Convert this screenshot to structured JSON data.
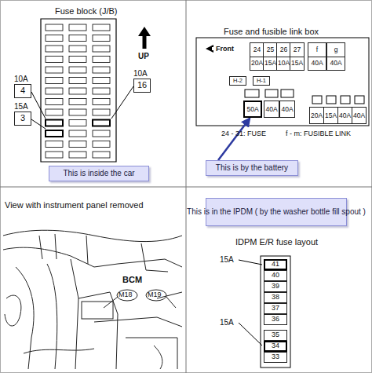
{
  "diagram": {
    "nodes": [
      {
        "text": [
          "This is inside the car"
        ]
      },
      {
        "text": [
          "This is by the battery"
        ]
      },
      {
        "text": [
          "This is in the IPDM ( by the washer bottle fill spout )"
        ]
      },
      {
        "text": [
          "4"
        ]
      },
      {
        "text": [
          "3"
        ]
      },
      {
        "text": [
          "16"
        ]
      },
      {
        "text": [
          "24",
          "20A"
        ]
      },
      {
        "text": [
          "25",
          "15A"
        ]
      },
      {
        "text": [
          "26",
          "10A"
        ]
      },
      {
        "text": [
          "27",
          "15A"
        ]
      },
      {
        "text": [
          "f",
          "40A"
        ]
      },
      {
        "text": [
          "g",
          "40A"
        ]
      },
      {
        "text": [
          "H-2"
        ]
      },
      {
        "text": [
          "H-1"
        ]
      },
      {
        "text": [
          "50A"
        ]
      },
      {
        "text": [
          "40A"
        ]
      },
      {
        "text": [
          "40A"
        ]
      },
      {
        "text": [
          "20A"
        ]
      },
      {
        "text": [
          "15A"
        ]
      },
      {
        "text": [
          "40A"
        ]
      },
      {
        "text": [
          "40A"
        ]
      },
      {
        "text": [
          "41"
        ]
      },
      {
        "text": [
          "40"
        ]
      },
      {
        "text": [
          "39"
        ]
      },
      {
        "text": [
          "38"
        ]
      },
      {
        "text": [
          "37"
        ]
      },
      {
        "text": [
          "36"
        ]
      },
      {
        "text": [
          "35"
        ]
      },
      {
        "text": [
          "34"
        ]
      },
      {
        "text": [
          "33"
        ]
      }
    ],
    "edges": [
      {
        "from": 1,
        "to": 14,
        "arrow": "to"
      }
    ],
    "labels": [
      "Fuse block (J/B)",
      "UP",
      "10A",
      "15A",
      "10A",
      "Fuse and fusible link box",
      "Front",
      "24 - 31: FUSE",
      "f - m: FUSIBLE LINK",
      "View with instrument panel removed",
      "BCM",
      "M18",
      "M19",
      "IDPM E/R fuse layout",
      "15A",
      "15A"
    ]
  }
}
